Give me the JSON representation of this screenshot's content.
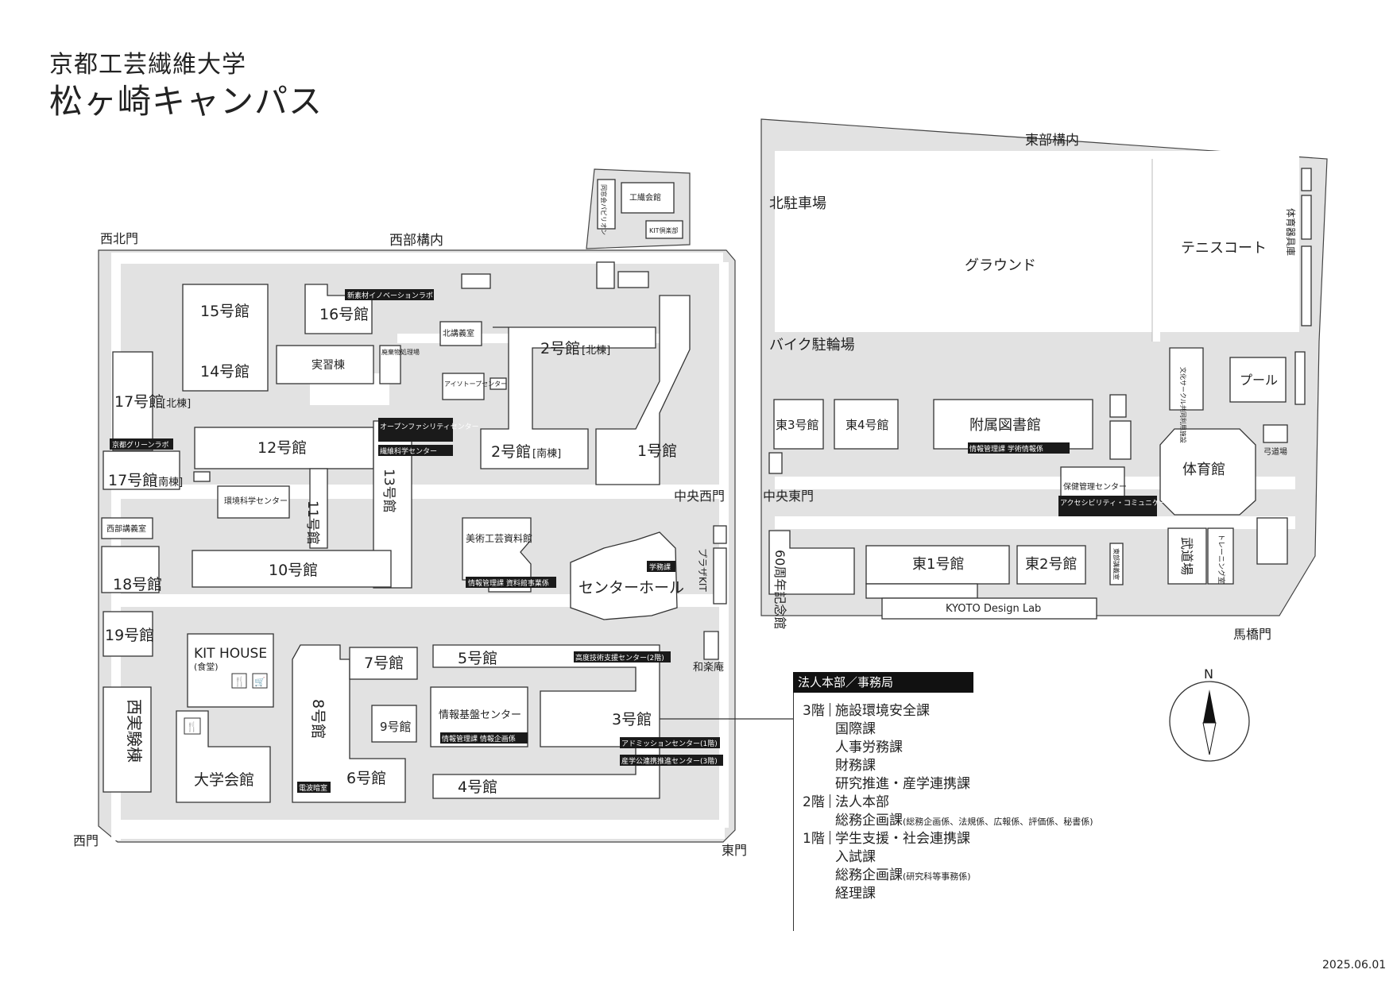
{
  "title": {
    "line1": "京都工芸繊維大学",
    "line2": "松ヶ崎キャンパス"
  },
  "date": "2025.06.01",
  "areas": {
    "west": "西部構内",
    "east": "東部構内"
  },
  "gates": {
    "northwest": "西北門",
    "west": "西門",
    "east": "東門",
    "central_west": "中央西門",
    "central_east": "中央東門",
    "umahashi": "馬橋門"
  },
  "buildings": {
    "b15": "15号館",
    "b14": "14号館",
    "b16": "16号館",
    "jisshu": "実習棟",
    "haiki": "廃棄物処理場",
    "kita_kougi": "北講義室",
    "isotope": "アイソトープセンター",
    "b2n": "2号館",
    "b2n_sub": "[北棟]",
    "b2s": "2号館",
    "b2s_sub": "[南棟]",
    "b1": "1号館",
    "b17n": "17号館",
    "b17n_sub": "[北棟]",
    "b17s": "17号館",
    "b17s_sub": "[南棟]",
    "b12": "12号館",
    "b11": "11号館",
    "b13": "13号館",
    "b10": "10号館",
    "kankyo": "環境科学センター",
    "nishi_kougi": "西部講義室",
    "b18": "18号館",
    "b19": "19号館",
    "nishi_jikken": "西実験棟",
    "kit_house": "KIT HOUSE",
    "kit_house_sub": "(食堂)",
    "daigaku_kaikan": "大学会館",
    "b8": "8号館",
    "b7": "7号館",
    "b9": "9号館",
    "b6": "6号館",
    "b5": "5号館",
    "b4": "4号館",
    "b3": "3号館",
    "joho_kiban": "情報基盤センター",
    "bijutsu": "美術工芸資料館",
    "center_hall": "センターホール",
    "plaza": "プラザKIT",
    "warakuan": "和楽庵",
    "kosen_pavilion": "同窓会パビリオン",
    "koshoku": "工繊会館",
    "kit_club": "KIT倶楽部",
    "north_parking": "北駐車場",
    "bike": "バイク駐輪場",
    "ground": "グラウンド",
    "tennis": "テニスコート",
    "taiiku_kigu": "体育器具庫",
    "bunka": "文化サークル共同利用施設",
    "pool": "プール",
    "kyudo": "弓道場",
    "higashi3": "東3号館",
    "higashi4": "東4号館",
    "library": "附属図書館",
    "hoken": "保健管理センター",
    "gymnasium": "体育館",
    "kinen": "60周年記念館",
    "higashi1": "東1号館",
    "higashi2": "東2号館",
    "higashi_kougi": "東部講義室",
    "budo": "武道場",
    "training": "トレーニング室",
    "design_lab": "KYOTO Design Lab"
  },
  "tags": {
    "shinsozai": "新素材イノベーションラボ",
    "green": "京都グリーンラボ",
    "open_facility": "オープンファシリティセンター",
    "sen_i": "繊維科学センター",
    "bijutsu_tag": "情報管理課 資料館事業係",
    "gakumu": "学務課",
    "joho_tag": "情報管理課 情報企画係",
    "denpa": "電波暗室",
    "kodo": "高度技術支援センター(2階)",
    "admission": "アドミッションセンター(1階)",
    "sangaku": "産学公連携推進センター(3階)",
    "library_tag": "情報管理課 学術情報係",
    "access": "アクセシビリティ・コミュニケーション支援センター"
  },
  "panel": {
    "header": "法人本部／事務局",
    "rows": [
      {
        "floor": "3階",
        "text": "施設環境安全課",
        "note": ""
      },
      {
        "floor": "",
        "text": "国際課",
        "note": ""
      },
      {
        "floor": "",
        "text": "人事労務課",
        "note": ""
      },
      {
        "floor": "",
        "text": "財務課",
        "note": ""
      },
      {
        "floor": "",
        "text": "研究推進・産学連携課",
        "note": ""
      },
      {
        "floor": "2階",
        "text": "法人本部",
        "note": ""
      },
      {
        "floor": "",
        "text": "総務企画課",
        "note": "(総務企画係、法規係、広報係、評価係、秘書係)"
      },
      {
        "floor": "1階",
        "text": "学生支援・社会連携課",
        "note": ""
      },
      {
        "floor": "",
        "text": "入試課",
        "note": ""
      },
      {
        "floor": "",
        "text": "総務企画課",
        "note": "(研究科等事務係)"
      },
      {
        "floor": "",
        "text": "経理課",
        "note": ""
      }
    ]
  },
  "compass": {
    "label": "N"
  }
}
